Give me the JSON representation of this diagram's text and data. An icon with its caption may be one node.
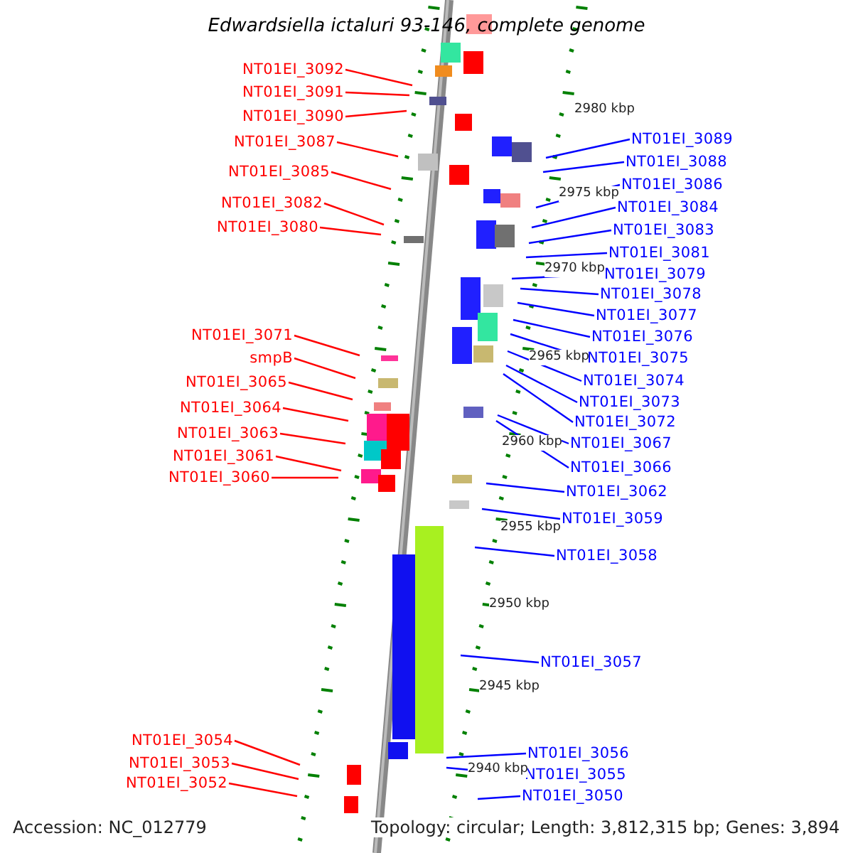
{
  "diagram": {
    "title": "Edwardsiella ictaluri 93-146, complete genome",
    "nodes": [
      {
        "text": [
          "NT01EI_3092"
        ]
      },
      {
        "text": [
          "NT01EI_3091"
        ]
      },
      {
        "text": [
          "NT01EI_3090"
        ]
      },
      {
        "text": [
          "NT01EI_3087"
        ]
      },
      {
        "text": [
          "NT01EI_3085"
        ]
      },
      {
        "text": [
          "NT01EI_3082"
        ]
      },
      {
        "text": [
          "NT01EI_3080"
        ]
      },
      {
        "text": [
          "NT01EI_3071"
        ]
      },
      {
        "text": [
          "smpB"
        ]
      },
      {
        "text": [
          "NT01EI_3065"
        ]
      },
      {
        "text": [
          "NT01EI_3064"
        ]
      },
      {
        "text": [
          "NT01EI_3063"
        ]
      },
      {
        "text": [
          "NT01EI_3061"
        ]
      },
      {
        "text": [
          "NT01EI_3060"
        ]
      },
      {
        "text": [
          "NT01EI_3054"
        ]
      },
      {
        "text": [
          "NT01EI_3053"
        ]
      },
      {
        "text": [
          "NT01EI_3052"
        ]
      },
      {
        "text": [
          "NT01EI_3089"
        ]
      },
      {
        "text": [
          "NT01EI_3088"
        ]
      },
      {
        "text": [
          "NT01EI_3086"
        ]
      },
      {
        "text": [
          "NT01EI_3084"
        ]
      },
      {
        "text": [
          "NT01EI_3083"
        ]
      },
      {
        "text": [
          "NT01EI_3081"
        ]
      },
      {
        "text": [
          "NT01EI_3079"
        ]
      },
      {
        "text": [
          "NT01EI_3078"
        ]
      },
      {
        "text": [
          "NT01EI_3077"
        ]
      },
      {
        "text": [
          "NT01EI_3076"
        ]
      },
      {
        "text": [
          "NT01EI_3075"
        ]
      },
      {
        "text": [
          "NT01EI_3074"
        ]
      },
      {
        "text": [
          "NT01EI_3073"
        ]
      },
      {
        "text": [
          "NT01EI_3072"
        ]
      },
      {
        "text": [
          "NT01EI_3067"
        ]
      },
      {
        "text": [
          "NT01EI_3066"
        ]
      },
      {
        "text": [
          "NT01EI_3062"
        ]
      },
      {
        "text": [
          "NT01EI_3059"
        ]
      },
      {
        "text": [
          "NT01EI_3058"
        ]
      },
      {
        "text": [
          "NT01EI_3057"
        ]
      },
      {
        "text": [
          "NT01EI_3056"
        ]
      },
      {
        "text": [
          "NT01EI_3055"
        ]
      },
      {
        "text": [
          "NT01EI_3050"
        ]
      }
    ],
    "edges": [
      {
        "from": 0,
        "to": null,
        "arrow": "none",
        "color": "#ff0000"
      },
      {
        "from": 1,
        "to": null,
        "arrow": "none",
        "color": "#ff0000"
      },
      {
        "from": 2,
        "to": null,
        "arrow": "none",
        "color": "#ff0000"
      },
      {
        "from": 3,
        "to": null,
        "arrow": "none",
        "color": "#ff0000"
      },
      {
        "from": 4,
        "to": null,
        "arrow": "none",
        "color": "#ff0000"
      },
      {
        "from": 5,
        "to": null,
        "arrow": "none",
        "color": "#ff0000"
      },
      {
        "from": 6,
        "to": null,
        "arrow": "none",
        "color": "#ff0000"
      },
      {
        "from": 7,
        "to": null,
        "arrow": "none",
        "color": "#ff0000"
      },
      {
        "from": 8,
        "to": null,
        "arrow": "none",
        "color": "#ff0000"
      },
      {
        "from": 9,
        "to": null,
        "arrow": "none",
        "color": "#ff0000"
      },
      {
        "from": 10,
        "to": null,
        "arrow": "none",
        "color": "#ff0000"
      },
      {
        "from": 11,
        "to": null,
        "arrow": "none",
        "color": "#ff0000"
      },
      {
        "from": 12,
        "to": null,
        "arrow": "none",
        "color": "#ff0000"
      },
      {
        "from": 13,
        "to": null,
        "arrow": "none",
        "color": "#ff0000"
      },
      {
        "from": 14,
        "to": null,
        "arrow": "none",
        "color": "#ff0000"
      },
      {
        "from": 15,
        "to": null,
        "arrow": "none",
        "color": "#ff0000"
      },
      {
        "from": 16,
        "to": null,
        "arrow": "none",
        "color": "#ff0000"
      },
      {
        "from": 17,
        "to": null,
        "arrow": "none"
      },
      {
        "from": 18,
        "to": null,
        "arrow": "none"
      },
      {
        "from": 19,
        "to": null,
        "arrow": "none"
      },
      {
        "from": 20,
        "to": null,
        "arrow": "none"
      },
      {
        "from": 21,
        "to": null,
        "arrow": "none"
      },
      {
        "from": 22,
        "to": null,
        "arrow": "none"
      },
      {
        "from": 23,
        "to": null,
        "arrow": "none"
      },
      {
        "from": 24,
        "to": null,
        "arrow": "none"
      },
      {
        "from": 25,
        "to": null,
        "arrow": "none"
      },
      {
        "from": 26,
        "to": null,
        "arrow": "none"
      },
      {
        "from": 27,
        "to": null,
        "arrow": "none"
      },
      {
        "from": 28,
        "to": null,
        "arrow": "none"
      },
      {
        "from": 29,
        "to": null,
        "arrow": "none"
      },
      {
        "from": 30,
        "to": null,
        "arrow": "none"
      },
      {
        "from": 31,
        "to": null,
        "arrow": "none"
      },
      {
        "from": 32,
        "to": null,
        "arrow": "none"
      },
      {
        "from": 33,
        "to": null,
        "arrow": "none"
      },
      {
        "from": 34,
        "to": null,
        "arrow": "none"
      },
      {
        "from": 35,
        "to": null,
        "arrow": "none"
      },
      {
        "from": 36,
        "to": null,
        "arrow": "none"
      },
      {
        "from": 37,
        "to": null,
        "arrow": "none"
      },
      {
        "from": 38,
        "to": null,
        "arrow": "none"
      },
      {
        "from": 39,
        "to": null,
        "arrow": "none"
      }
    ],
    "labels": [
      "2980 kbp",
      "2975 kbp",
      "2970 kbp",
      "2965 kbp",
      "2960 kbp",
      "2955 kbp",
      "2950 kbp",
      "2945 kbp",
      "2940 kbp",
      "Accession: NC_012779",
      "Topology: circular; Length: 3,812,315 bp; Genes: 3,894"
    ]
  }
}
